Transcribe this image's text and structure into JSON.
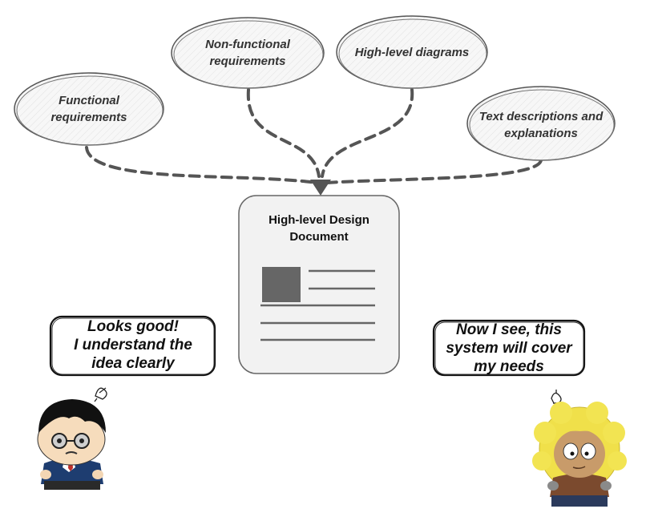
{
  "bubbles": {
    "functional": "Functional\nrequirements",
    "non_functional": "Non-functional\nrequirements",
    "diagrams": "High-level diagrams",
    "text_desc": "Text descriptions and\nexplanations"
  },
  "document": {
    "title": "High-level Design\nDocument"
  },
  "speech": {
    "left": "Looks good!\nI understand the\nidea clearly",
    "right": "Now I see, this\nsystem will cover\nmy needs"
  },
  "colors": {
    "outline": "#555555",
    "arrow": "#555555",
    "bubble_fill": "#f4f4f4",
    "doc_fill": "#f2f2f2",
    "placeholder": "#666666"
  }
}
